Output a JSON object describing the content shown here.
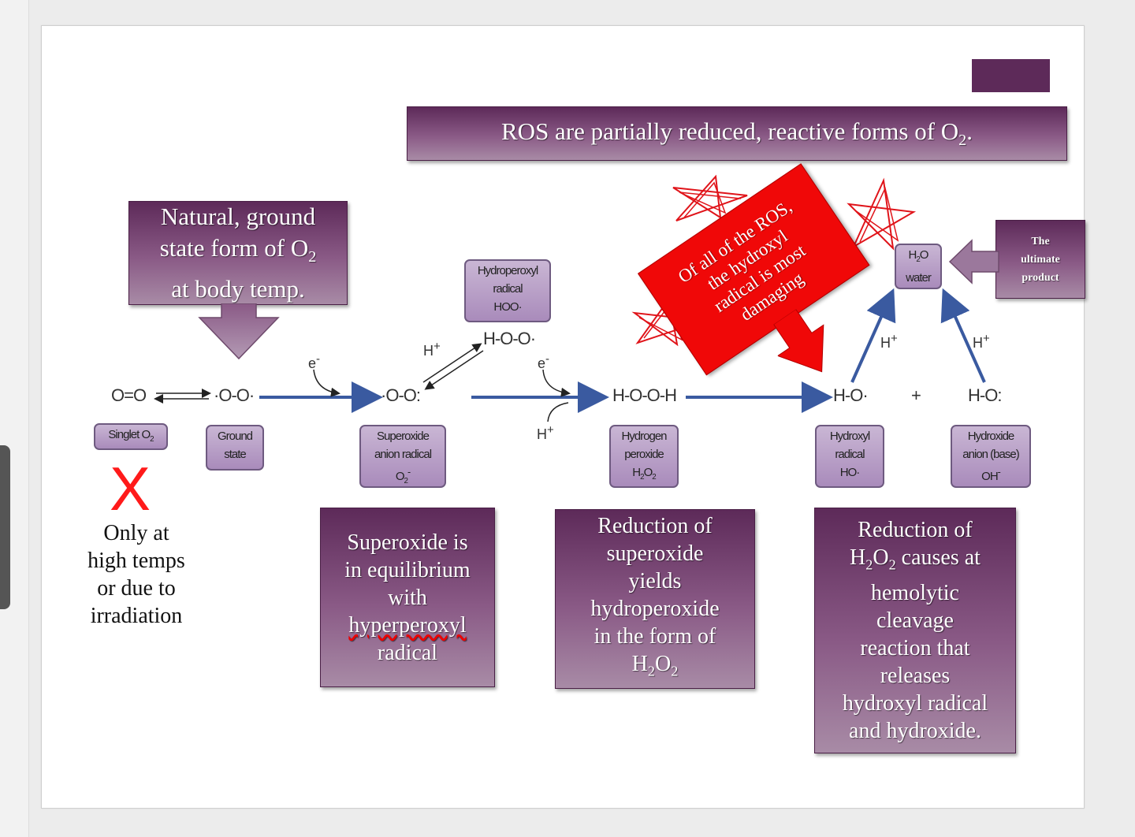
{
  "colors": {
    "purple_dark": "#5d2a59",
    "purple_light": "#a88ba6",
    "label_fill": "#b9a2c8",
    "arrow_blue": "#3a5aa0",
    "red": "#f00808"
  },
  "title": {
    "text": "ROS are partially reduced, reactive forms of O",
    "sub": "2",
    "end": "."
  },
  "ground_callout": {
    "lines": [
      "Natural, ground",
      "state form of O",
      "at body temp."
    ],
    "sub": "2"
  },
  "final_callout": {
    "lines": [
      "The",
      "ultimate",
      "product"
    ]
  },
  "red_callout": {
    "lines": [
      "Of all of the ROS,",
      "the hydroxyl",
      "radical is most",
      "damaging"
    ]
  },
  "x_note": {
    "mark": "X",
    "lines": [
      "Only at",
      "high temps",
      "or due to",
      "irradiation"
    ]
  },
  "species": {
    "singlet": {
      "formula": "O=O",
      "label": "Singlet O",
      "sub": "2"
    },
    "ground": {
      "formula": "·O-O·",
      "label_lines": [
        "Ground",
        "state"
      ]
    },
    "superoxide": {
      "formula": "·O-O:",
      "label_lines": [
        "Superoxide",
        "anion radical",
        "O"
      ],
      "sub": "2",
      "sup": "-"
    },
    "hydroperoxyl": {
      "formula": "H-O-O·",
      "label_lines": [
        "Hydroperoxyl",
        "radical",
        "HOO·"
      ]
    },
    "peroxide": {
      "formula": "H-O-O-H",
      "label_lines": [
        "Hydrogen",
        "peroxide",
        "H"
      ],
      "sub": "2",
      "mid": "O"
    },
    "hydroxyl": {
      "formula": "H-O·",
      "label_lines": [
        "Hydroxyl",
        "radical",
        "HO·"
      ]
    },
    "hydroxide": {
      "formula": "H-O:",
      "label_lines": [
        "Hydroxide",
        "anion (base)",
        "OH"
      ],
      "sup": "-"
    },
    "water": {
      "label_lines": [
        "H",
        "O",
        "water"
      ],
      "sub": "2"
    }
  },
  "reagents": {
    "e1": "e",
    "e2": "e",
    "h_sup": "H",
    "h_step2": "H",
    "h_left": "H",
    "h_right": "H",
    "plus": "+",
    "minus": "-",
    "plus_sup": "+"
  },
  "notes": {
    "superoxide": [
      "Superoxide is",
      "in equilibrium",
      "with",
      "hyperperoxyl",
      "radical"
    ],
    "peroxide": [
      "Reduction of",
      "superoxide",
      "yields",
      "hydroperoxide",
      "in the form of",
      "H",
      "O"
    ],
    "hydroxyl": [
      "Reduction of",
      "H",
      "O",
      " causes at",
      "hemolytic",
      "cleavage",
      "reaction that",
      "releases",
      "hydroxyl radical",
      "and hydroxide."
    ],
    "sub2": "2"
  }
}
